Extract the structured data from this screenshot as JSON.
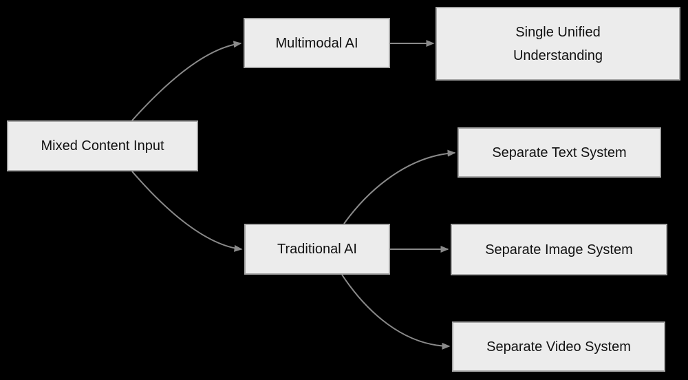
{
  "colors": {
    "background": "#000000",
    "node_fill": "#ececec",
    "node_border": "#a6a6a6",
    "edge_line": "#8a8a8a",
    "arrowhead": "#8a8a8a",
    "text": "#111111"
  },
  "nodes": {
    "mixed_input": {
      "label": "Mixed Content Input"
    },
    "multimodal_ai": {
      "label": "Multimodal AI"
    },
    "unified_understanding": {
      "label": "Single Unified Understanding"
    },
    "separate_text": {
      "label": "Separate Text System"
    },
    "traditional_ai": {
      "label": "Traditional AI"
    },
    "separate_image": {
      "label": "Separate Image System"
    },
    "separate_video": {
      "label": "Separate Video System"
    }
  },
  "edges": [
    {
      "from": "mixed_input",
      "to": "multimodal_ai"
    },
    {
      "from": "mixed_input",
      "to": "traditional_ai"
    },
    {
      "from": "multimodal_ai",
      "to": "unified_understanding"
    },
    {
      "from": "traditional_ai",
      "to": "separate_text"
    },
    {
      "from": "traditional_ai",
      "to": "separate_image"
    },
    {
      "from": "traditional_ai",
      "to": "separate_video"
    }
  ]
}
